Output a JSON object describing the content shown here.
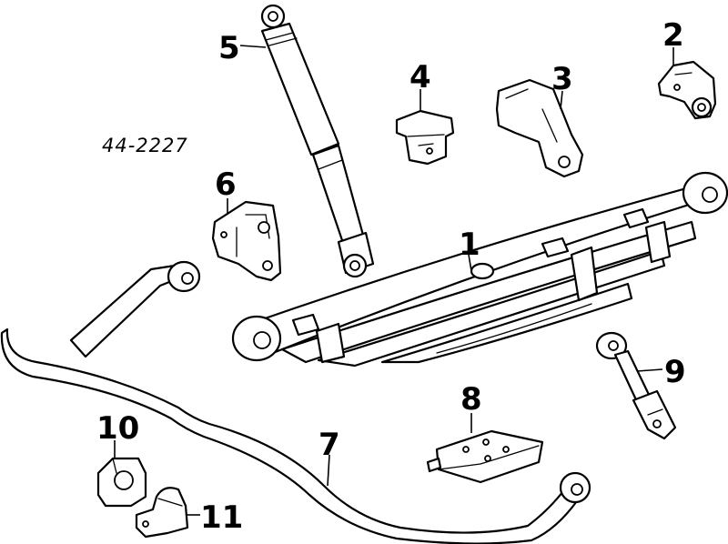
{
  "reference_number": "44-2227",
  "callouts": {
    "leaf_spring": "1",
    "rear_bracket": "2",
    "frame_bracket": "3",
    "mount_bracket": "4",
    "shock_absorber": "5",
    "hanger_bracket": "6",
    "stabilizer_bar": "7",
    "spring_seat": "8",
    "stabilizer_link": "9",
    "bushing": "10",
    "bushing_clamp": "11"
  }
}
